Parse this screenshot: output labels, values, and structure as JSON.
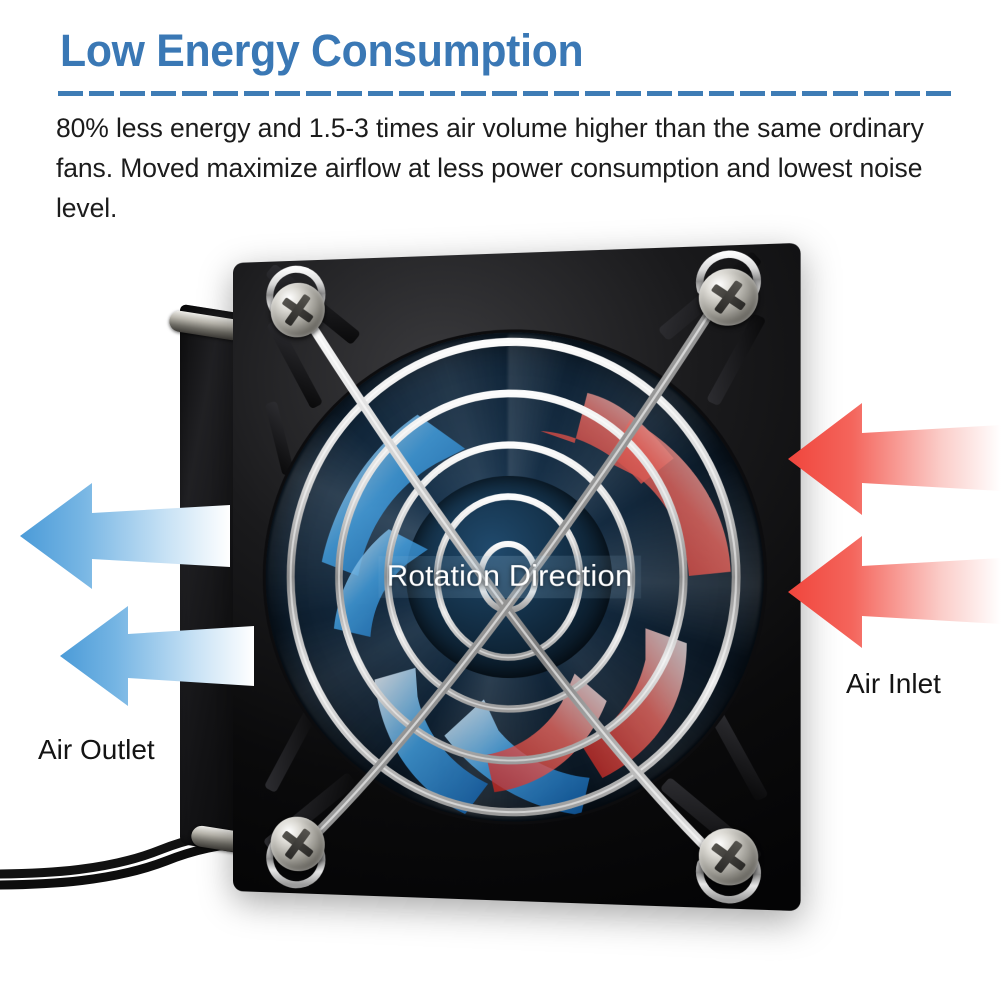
{
  "header": {
    "title": "Low Energy Consumption",
    "body": "80% less energy and 1.5-3 times air volume higher than the same ordinary fans. Moved maximize airflow at less power consumption and lowest noise level.",
    "title_color": "#3a78b5",
    "rule_color": "#3e7cb5"
  },
  "photo": {
    "subject": "axial cooling fan with chrome wire guard",
    "rotation_caption": "Rotation Direction",
    "labels": {
      "outlet": "Air Outlet",
      "inlet": "Air Inlet"
    },
    "arrows": {
      "outlet_color": "#5fa3da",
      "outlet_count": 2,
      "outlet_direction": "left",
      "inlet_color": "#f0453c",
      "inlet_count": 2,
      "inlet_direction": "left"
    },
    "fan": {
      "frame_color": "#0a0a0b",
      "guard_color": "#d8d8d8",
      "hub_color": "#143149",
      "screw_count": 4,
      "guard_rings": 4,
      "cable_color": "#111111"
    }
  }
}
